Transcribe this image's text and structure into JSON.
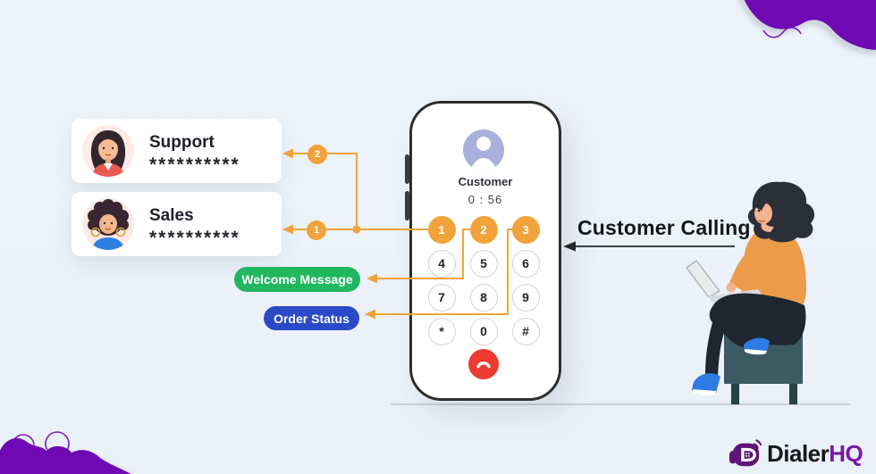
{
  "annotation": {
    "label": "Customer Calling"
  },
  "phone": {
    "caller_name": "Customer",
    "timer": "0 : 56",
    "keys": [
      {
        "label": "1",
        "active": true
      },
      {
        "label": "2",
        "active": true
      },
      {
        "label": "3",
        "active": true
      },
      {
        "label": "4",
        "active": false
      },
      {
        "label": "5",
        "active": false
      },
      {
        "label": "6",
        "active": false
      },
      {
        "label": "7",
        "active": false
      },
      {
        "label": "8",
        "active": false
      },
      {
        "label": "9",
        "active": false
      },
      {
        "label": "*",
        "active": false
      },
      {
        "label": "0",
        "active": false
      },
      {
        "label": "#",
        "active": false
      }
    ],
    "hangup_icon": "hangup-call-icon"
  },
  "routes": {
    "departments": [
      {
        "name": "Support",
        "masked_number": "**********",
        "key_badge": "2",
        "avatar_icon": "support-agent-avatar"
      },
      {
        "name": "Sales",
        "masked_number": "**********",
        "key_badge": "1",
        "avatar_icon": "sales-agent-avatar"
      }
    ],
    "options": [
      {
        "label": "Welcome Message",
        "color": "#21B761"
      },
      {
        "label": "Order Status",
        "color": "#2B49C7"
      }
    ]
  },
  "logo": {
    "text_primary": "Dialer",
    "text_secondary": "HQ",
    "icon": "dialerhq-headset-icon"
  },
  "colors": {
    "background": "#EDF2F9",
    "accent_orange": "#F2A23B",
    "green": "#21B761",
    "blue": "#2B49C7",
    "red": "#EE3B31",
    "purple_blob": "#7009B4",
    "logo_purple": "#7C16A8",
    "avatar_lavender": "#A9B0DC"
  }
}
